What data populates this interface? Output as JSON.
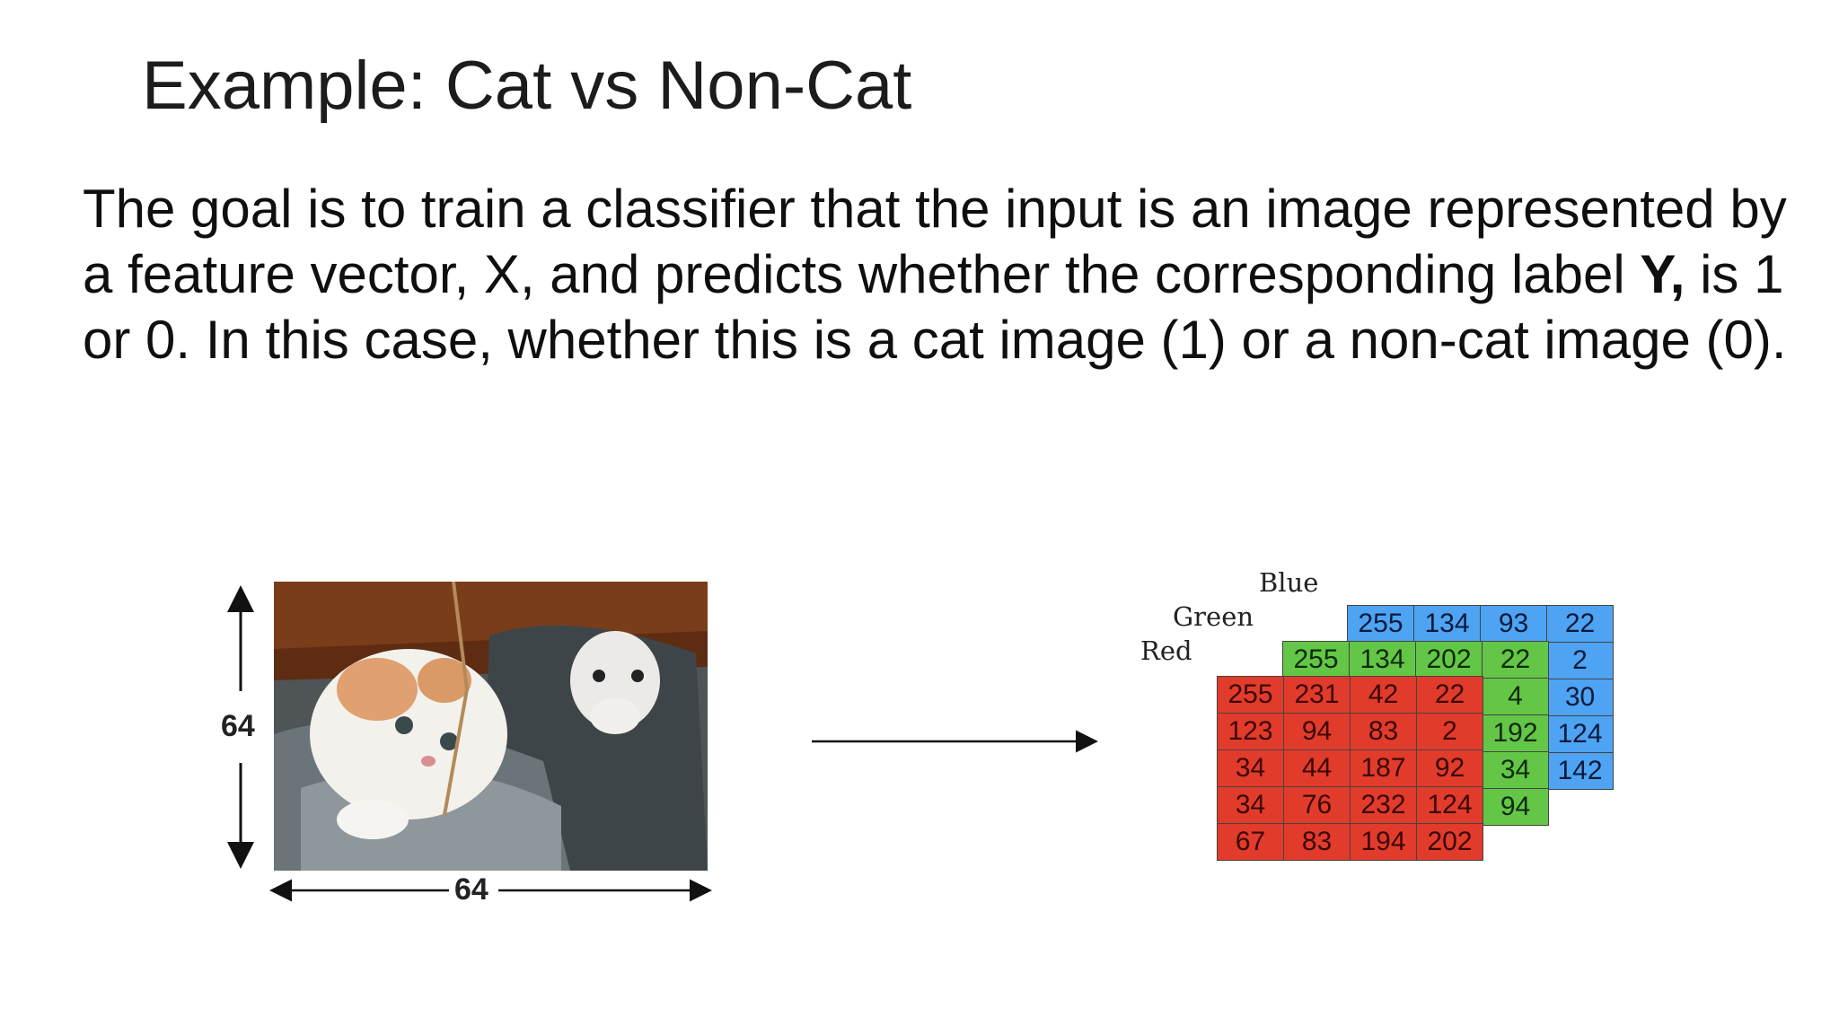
{
  "slide": {
    "title": "Example: Cat vs Non-Cat",
    "body": {
      "part1": "The goal is to train a classifier that the input is an image represented by a feature vector, X, and predicts whether the corresponding label ",
      "bold": "Y,",
      "part2": " is 1 or 0. In this case, whether this is a cat image (1) or a non-cat image (0)."
    }
  },
  "image_panel": {
    "height_label": "64",
    "width_label": "64"
  },
  "channels": {
    "blue": {
      "label": "Blue",
      "rows": [
        [
          "255",
          "134",
          "93",
          "22"
        ],
        [
          "",
          "",
          "",
          "2"
        ],
        [
          "",
          "",
          "",
          "30"
        ],
        [
          "",
          "",
          "",
          "124"
        ],
        [
          "",
          "",
          "",
          "142"
        ]
      ]
    },
    "green": {
      "label": "Green",
      "rows": [
        [
          "255",
          "134",
          "202",
          "22"
        ],
        [
          "",
          "",
          "",
          "4"
        ],
        [
          "",
          "",
          "",
          "192"
        ],
        [
          "",
          "",
          "",
          "34"
        ],
        [
          "",
          "",
          "",
          "94"
        ]
      ]
    },
    "red": {
      "label": "Red",
      "rows": [
        [
          "255",
          "231",
          "42",
          "22"
        ],
        [
          "123",
          "94",
          "83",
          "2"
        ],
        [
          "34",
          "44",
          "187",
          "92"
        ],
        [
          "34",
          "76",
          "232",
          "124"
        ],
        [
          "67",
          "83",
          "194",
          "202"
        ]
      ]
    }
  }
}
